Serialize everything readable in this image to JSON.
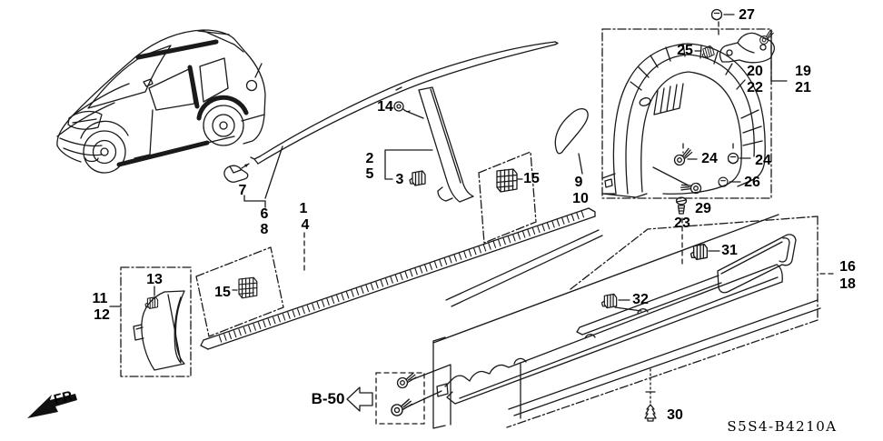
{
  "diagram": {
    "code": "S5S4-B4210A",
    "front_ref": "FR.",
    "section_ref": "B-50"
  },
  "callouts": [
    {
      "id": "1"
    },
    {
      "id": "4"
    },
    {
      "id": "2"
    },
    {
      "id": "5"
    },
    {
      "id": "3"
    },
    {
      "id": "7"
    },
    {
      "id": "6"
    },
    {
      "id": "8"
    },
    {
      "id": "14"
    },
    {
      "id": "15"
    },
    {
      "id": "15"
    },
    {
      "id": "9"
    },
    {
      "id": "10"
    },
    {
      "id": "13"
    },
    {
      "id": "11"
    },
    {
      "id": "12"
    },
    {
      "id": "25"
    },
    {
      "id": "27"
    },
    {
      "id": "20"
    },
    {
      "id": "22"
    },
    {
      "id": "19"
    },
    {
      "id": "21"
    },
    {
      "id": "24"
    },
    {
      "id": "24"
    },
    {
      "id": "26"
    },
    {
      "id": "29"
    },
    {
      "id": "23"
    },
    {
      "id": "31"
    },
    {
      "id": "32"
    },
    {
      "id": "16"
    },
    {
      "id": "18"
    },
    {
      "id": "30"
    }
  ]
}
